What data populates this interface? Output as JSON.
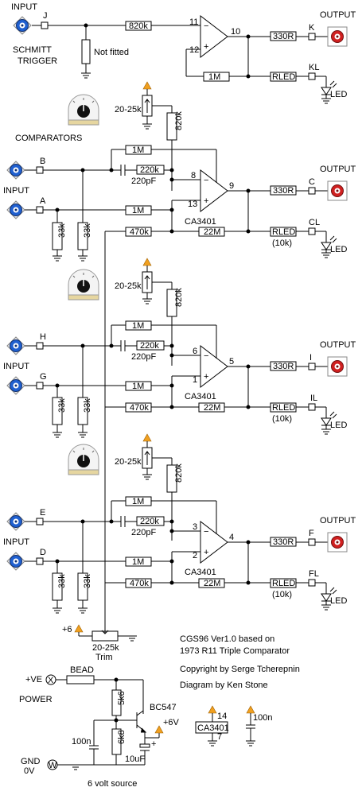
{
  "labels": {
    "input": "INPUT",
    "schmitt_1": "SCHMITT",
    "schmitt_2": "TRIGGER",
    "comparators": "COMPARATORS",
    "output": "OUTPUT",
    "power": "POWER",
    "gnd": "GND",
    "zero_v": "0V",
    "pve": "+VE",
    "bead": "BEAD",
    "six_v_source": "6 volt source",
    "not_fitted": "Not fitted",
    "plus6": "+6",
    "plus6v": "+6V",
    "trim_1": "20-25k",
    "trim_2": "Trim"
  },
  "credits": {
    "line1": "CGS96 Ver1.0 based on",
    "line2": "1973 R11 Triple Comparator",
    "line3": "Copyright by Serge Tcherepnin",
    "line4": "Diagram by Ken Stone"
  },
  "jacks": {
    "J": "J",
    "K": "K",
    "KL": "KL",
    "A": "A",
    "B": "B",
    "C": "C",
    "CL": "CL",
    "G": "G",
    "H": "H",
    "I": "I",
    "IL": "IL",
    "D": "D",
    "E": "E",
    "F": "F",
    "FL": "FL"
  },
  "components": {
    "r820k": "820k",
    "r1M": "1M",
    "r220k": "220k",
    "c220pF": "220pF",
    "r470k": "470k",
    "r22M": "22M",
    "r33k": "33k",
    "r330R": "330R",
    "rled": "RLED",
    "rled_val": "(10k)",
    "led": "LED",
    "pot": "20-25k",
    "ic": "CA3401",
    "r5k6": "5k6",
    "r6k8": "6k8",
    "c100n": "100n",
    "c10uF": "10uF",
    "transistor": "BC547",
    "pin14": "14",
    "pin7": "7"
  },
  "pins": {
    "top": [
      "11",
      "12",
      "10"
    ],
    "c1": [
      "8",
      "13",
      "9"
    ],
    "c2": [
      "6",
      "1",
      "5"
    ],
    "c3": [
      "3",
      "2",
      "4"
    ]
  }
}
